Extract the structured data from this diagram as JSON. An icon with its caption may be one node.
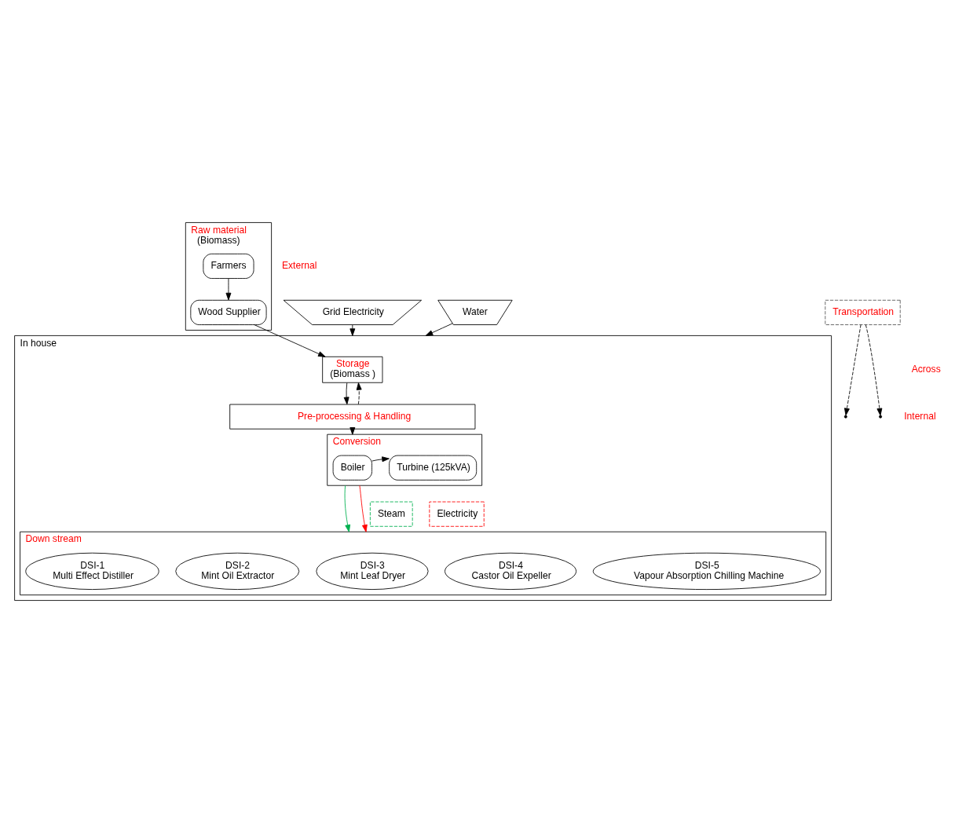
{
  "diagram": {
    "nodes": [
      {
        "text": [
          "Raw material",
          "(Biomass)"
        ]
      },
      {
        "text": [
          "Farmers"
        ],
        "in": 0
      },
      {
        "text": [
          "Wood Supplier"
        ],
        "in": 0
      },
      {
        "text": [
          "Transportation"
        ]
      },
      {
        "text": [
          "Grid Electricity"
        ]
      },
      {
        "text": [
          "Water"
        ]
      },
      {
        "text": [
          "In house"
        ]
      },
      {
        "text": [
          "Storage",
          "(Biomass )"
        ],
        "in": 6
      },
      {
        "text": [
          "Pre-processing & Handling"
        ],
        "in": 6
      },
      {
        "text": [
          "Conversion"
        ],
        "in": 6
      },
      {
        "text": [
          "Boiler"
        ],
        "in": 9
      },
      {
        "text": [
          "Turbine (125kVA)"
        ],
        "in": 9
      },
      {
        "text": [
          "Steam"
        ],
        "in": 6
      },
      {
        "text": [
          "Electricity"
        ],
        "in": 6
      },
      {
        "text": [
          "Down stream"
        ],
        "in": 6
      },
      {
        "text": [
          "DSI-1",
          "Multi Effect Distiller"
        ],
        "in": 14
      },
      {
        "text": [
          "DSI-2",
          "Mint Oil Extractor"
        ],
        "in": 14
      },
      {
        "text": [
          "DSI-3",
          "Mint Leaf Dryer"
        ],
        "in": 14
      },
      {
        "text": [
          "DSI-4",
          "Castor Oil Expeller"
        ],
        "in": 14
      },
      {
        "text": [
          "DSI-5",
          "Vapour Absorption Chilling Machine"
        ],
        "in": 14
      }
    ],
    "edges": [
      {
        "from": 1,
        "to": 2,
        "arrow": "to"
      },
      {
        "from": 3,
        "to": null,
        "arrow": "to",
        "style": "dashed"
      },
      {
        "from": 2,
        "to": 7,
        "arrow": "to"
      },
      {
        "from": 3,
        "to": null,
        "arrow": "to",
        "style": "dashed"
      },
      {
        "from": 4,
        "to": 6,
        "arrow": "to"
      },
      {
        "from": 5,
        "to": 6,
        "arrow": "to"
      },
      {
        "from": 8,
        "to": 7,
        "arrow": "to",
        "style": "dashed"
      },
      {
        "from": 7,
        "to": 8,
        "arrow": "to"
      },
      {
        "from": 8,
        "to": 9,
        "arrow": "to"
      },
      {
        "from": 10,
        "to": 11,
        "arrow": "to"
      },
      {
        "from": 9,
        "to": 14,
        "arrow": "to",
        "color": "#00b050"
      },
      {
        "from": 9,
        "to": 14,
        "arrow": "to",
        "color": "#ff0000"
      }
    ],
    "labels": [
      "External",
      "Internal",
      "Across"
    ]
  }
}
